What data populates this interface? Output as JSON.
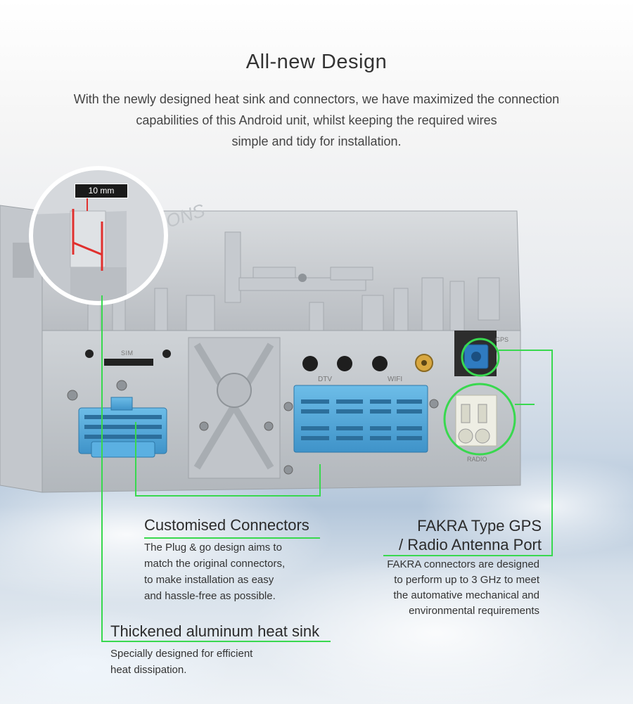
{
  "header": {
    "title": "All-new Design",
    "intro_lines": [
      "With the newly designed heat sink and connectors, we have maximized the connection",
      "capabilities of this Android unit, whilst keeping the required wires",
      "simple and tidy for installation."
    ]
  },
  "device": {
    "measurement_label": "10 mm",
    "brand_watermark": "XTRONS",
    "port_labels": {
      "sim": "SIM",
      "dtv": "DTV",
      "wifi": "WIFI",
      "gps": "GPS",
      "radio": "RADIO"
    }
  },
  "callouts": {
    "connectors": {
      "title": "Customised Connectors",
      "lines": [
        "The Plug & go design aims to",
        "match the original connectors,",
        "to make installation as easy",
        "and hassle-free as possible."
      ]
    },
    "fakra": {
      "title_lines": [
        "FAKRA Type GPS",
        "/ Radio Antenna Port"
      ],
      "lines": [
        "FAKRA connectors are designed",
        "to perform up to 3 GHz to meet",
        "the automative mechanical and",
        "environmental requirements"
      ]
    },
    "heatsink": {
      "title": "Thickened aluminum heat sink",
      "lines": [
        "Specially designed for efficient",
        "heat dissipation."
      ]
    }
  },
  "colors": {
    "accent_green": "#39d84f",
    "connector_blue": "#4aa7dc"
  }
}
